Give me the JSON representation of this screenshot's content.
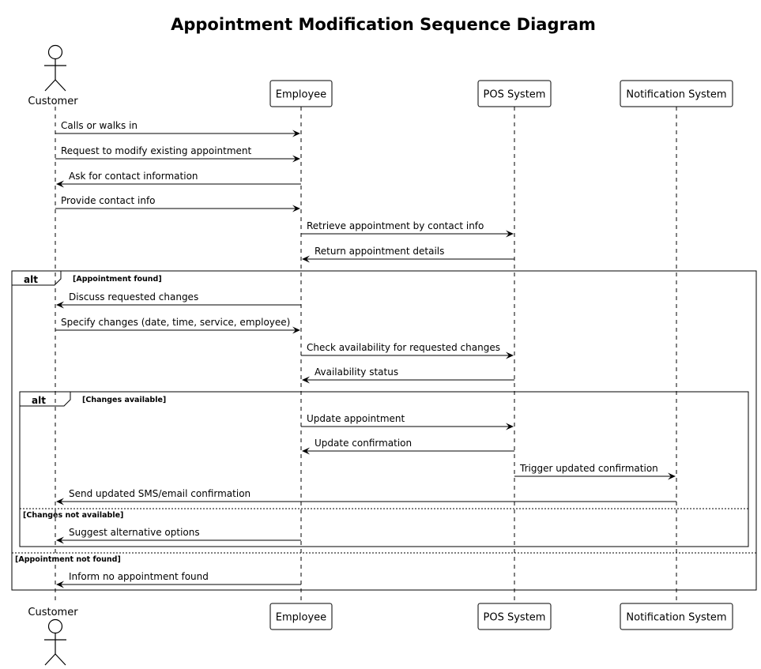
{
  "diagram": {
    "title": "Appointment Modification Sequence Diagram",
    "participants": [
      {
        "name": "Customer",
        "kind": "actor"
      },
      {
        "name": "Employee",
        "kind": "box"
      },
      {
        "name": "POS System",
        "kind": "box"
      },
      {
        "name": "Notification System",
        "kind": "box"
      }
    ],
    "messages": [
      {
        "from": "Customer",
        "to": "Employee",
        "text": "Calls or walks in"
      },
      {
        "from": "Customer",
        "to": "Employee",
        "text": "Request to modify existing appointment"
      },
      {
        "from": "Employee",
        "to": "Customer",
        "text": "Ask for contact information"
      },
      {
        "from": "Customer",
        "to": "Employee",
        "text": "Provide contact info"
      },
      {
        "from": "Employee",
        "to": "POS System",
        "text": "Retrieve appointment by contact info"
      },
      {
        "from": "POS System",
        "to": "Employee",
        "text": "Return appointment details"
      },
      {
        "from": "Employee",
        "to": "Customer",
        "text": "Discuss requested changes"
      },
      {
        "from": "Customer",
        "to": "Employee",
        "text": "Specify changes (date, time, service, employee)"
      },
      {
        "from": "Employee",
        "to": "POS System",
        "text": "Check availability for requested changes"
      },
      {
        "from": "POS System",
        "to": "Employee",
        "text": "Availability status"
      },
      {
        "from": "Employee",
        "to": "POS System",
        "text": "Update appointment"
      },
      {
        "from": "POS System",
        "to": "Employee",
        "text": "Update confirmation"
      },
      {
        "from": "POS System",
        "to": "Notification System",
        "text": "Trigger updated confirmation"
      },
      {
        "from": "Notification System",
        "to": "Customer",
        "text": "Send updated SMS/email confirmation"
      },
      {
        "from": "Employee",
        "to": "Customer",
        "text": "Suggest alternative options"
      },
      {
        "from": "Employee",
        "to": "Customer",
        "text": "Inform no appointment found"
      }
    ],
    "fragments": [
      {
        "keyword": "alt",
        "guard": "[Appointment found]",
        "else_guard": "[Appointment not found]"
      },
      {
        "keyword": "alt",
        "guard": "[Changes available]",
        "else_guard": "[Changes not available]"
      }
    ]
  }
}
